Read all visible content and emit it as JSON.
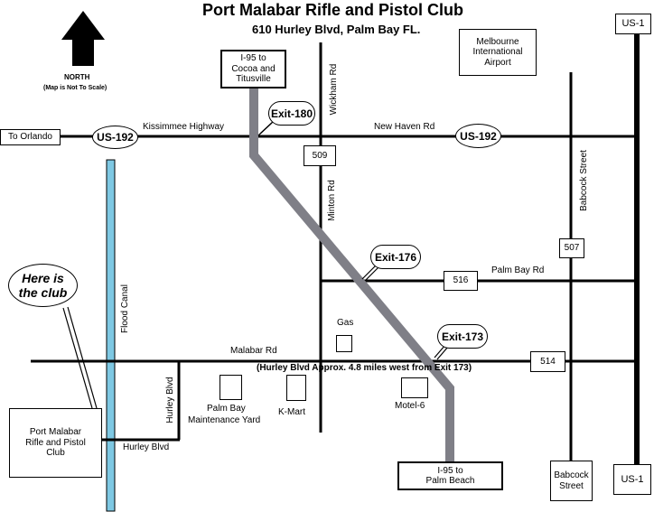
{
  "title": "Port Malabar Rifle and Pistol Club",
  "address": "610 Hurley Blvd, Palm Bay FL.",
  "north": {
    "label": "NORTH",
    "note": "(Map is Not To Scale)"
  },
  "roads": {
    "kissimmee": "Kissimmee Highway",
    "new_haven": "New Haven Rd",
    "wickham": "Wickham Rd",
    "minton": "Minton Rd",
    "babcock": "Babcock Street",
    "palm_bay": "Palm Bay Rd",
    "malabar": "Malabar Rd",
    "hurley_vertical": "Hurley Blvd",
    "hurley_horizontal": "Hurley Blvd",
    "flood_canal": "Flood Canal"
  },
  "route_shields": {
    "us192_left": "US-192",
    "us192_right": "US-192",
    "r509": "509",
    "r507": "507",
    "r516": "516",
    "r514": "514",
    "us1_top": "US-1",
    "us1_bottom": "US-1"
  },
  "exits": {
    "e180": "Exit-180",
    "e176": "Exit-176",
    "e173": "Exit-173"
  },
  "boxes": {
    "to_orlando": "To Orlando",
    "i95_north": [
      "I-95 to",
      "Cocoa  and",
      "Titusville"
    ],
    "i95_south": [
      "I-95 to",
      "Palm Beach"
    ],
    "airport": [
      "Melbourne",
      "International",
      "Airport"
    ],
    "babcock_south": [
      "Babcock",
      "Street"
    ],
    "club": [
      "Port Malabar",
      "Rifle and Pistol",
      "Club"
    ]
  },
  "here_callout": [
    "Here is",
    "the club"
  ],
  "direction_note": "(Hurley Blvd Approx. 4.8 miles west from Exit 173)",
  "landmarks": {
    "gas": "Gas",
    "palm_bay_yard": [
      "Palm Bay",
      "Maintenance Yard"
    ],
    "kmart": "K-Mart",
    "motel6": "Motel-6"
  },
  "colors": {
    "i95": "#7f7f87",
    "canal": "#7ec8e3",
    "road": "#000000"
  }
}
